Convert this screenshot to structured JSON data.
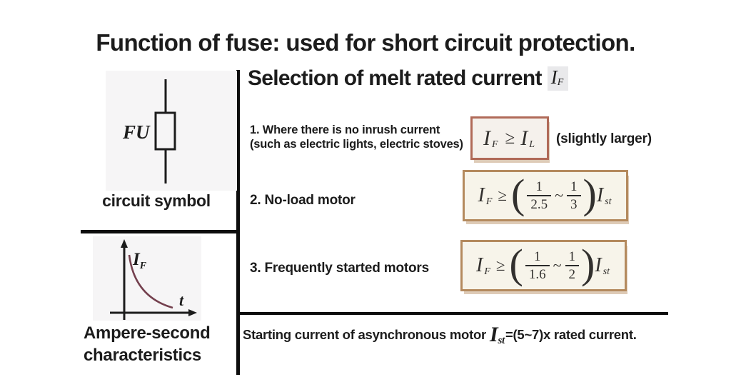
{
  "title": "Function of fuse: used for short circuit protection.",
  "left_panel": {
    "fuse_symbol": {
      "label": "FU"
    },
    "circuit_symbol_caption": "circuit symbol",
    "graph": {
      "y_axis_label": "I",
      "y_axis_label_sub": "F",
      "x_axis_label": "t"
    },
    "graph_caption": {
      "line1": "Ampere-second",
      "line2": "characteristics"
    }
  },
  "right_panel": {
    "heading": {
      "text": "Selection of melt rated current",
      "symbol": "I",
      "symbol_sub": "F"
    },
    "item1": {
      "line1": "1. Where there is no inrush current",
      "line2": "(such as electric lights, electric stoves)",
      "formula": {
        "lhs": "I",
        "lhs_sub": "F",
        "op": "≥",
        "rhs": "I",
        "rhs_sub": "L"
      },
      "note": "(slightly larger)"
    },
    "item2": {
      "label": "2. No-load motor",
      "formula": {
        "lhs": "I",
        "lhs_sub": "F",
        "op": "≥",
        "open_paren": "(",
        "frac1": {
          "num": "1",
          "den": "2.5"
        },
        "tilde": "~",
        "frac2": {
          "num": "1",
          "den": "3"
        },
        "close_paren": ")",
        "coef": "I",
        "coef_sub": "st"
      }
    },
    "item3": {
      "label": "3. Frequently started motors",
      "formula": {
        "lhs": "I",
        "lhs_sub": "F",
        "op": "≥",
        "open_paren": "(",
        "frac1": {
          "num": "1",
          "den": "1.6"
        },
        "tilde": "~",
        "frac2": {
          "num": "1",
          "den": "2"
        },
        "close_paren": ")",
        "coef": "I",
        "coef_sub": "st"
      }
    },
    "footer": {
      "prefix": "Starting current of asynchronous motor",
      "symbol": "I",
      "symbol_sub": "st",
      "suffix": "=(5~7)x rated current."
    }
  },
  "colors": {
    "text": "#1c1c1c",
    "box1_border": "#b06a58",
    "box23_border": "#b48a5e",
    "box_fill": "#f7f4ea",
    "curve": "#74404e"
  }
}
